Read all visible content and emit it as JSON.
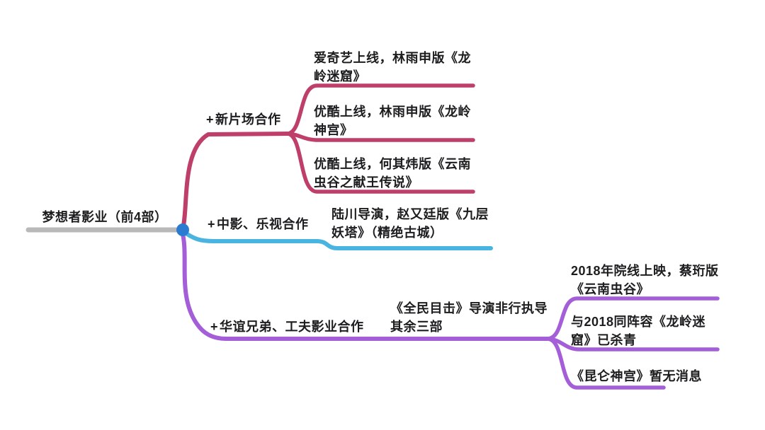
{
  "root": {
    "label": "梦想者影业（前4部）",
    "line_color": "#b9b9b9",
    "dot_color": "#2b7cd1"
  },
  "text_color": "#1d1d1f",
  "branches": [
    {
      "plus": "+",
      "label": "新片场合作",
      "color": "#bf3f6b",
      "children": [
        {
          "label": "爱奇艺上线，林雨申版《龙岭迷窟》"
        },
        {
          "label": "优酷上线，林雨申版《龙岭神宫》"
        },
        {
          "label": "优酷上线，何其炜版《云南虫谷之献王传说》"
        }
      ]
    },
    {
      "plus": "+",
      "label": "中影、乐视合作",
      "color": "#49b4e0",
      "children": [
        {
          "label": "陆川导演，赵又廷版《九层妖塔》（精绝古城）"
        }
      ]
    },
    {
      "plus": "+",
      "label": "华谊兄弟、工夫影业合作",
      "color": "#a45ed8",
      "subnode": "《全民目击》导演非行执导其余三部",
      "children": [
        {
          "label": "2018年院线上映，蔡珩版《云南虫谷》"
        },
        {
          "label": "与2018同阵容《龙岭迷窟》已杀青"
        },
        {
          "label": "《昆仑神宫》暂无消息"
        }
      ]
    }
  ]
}
